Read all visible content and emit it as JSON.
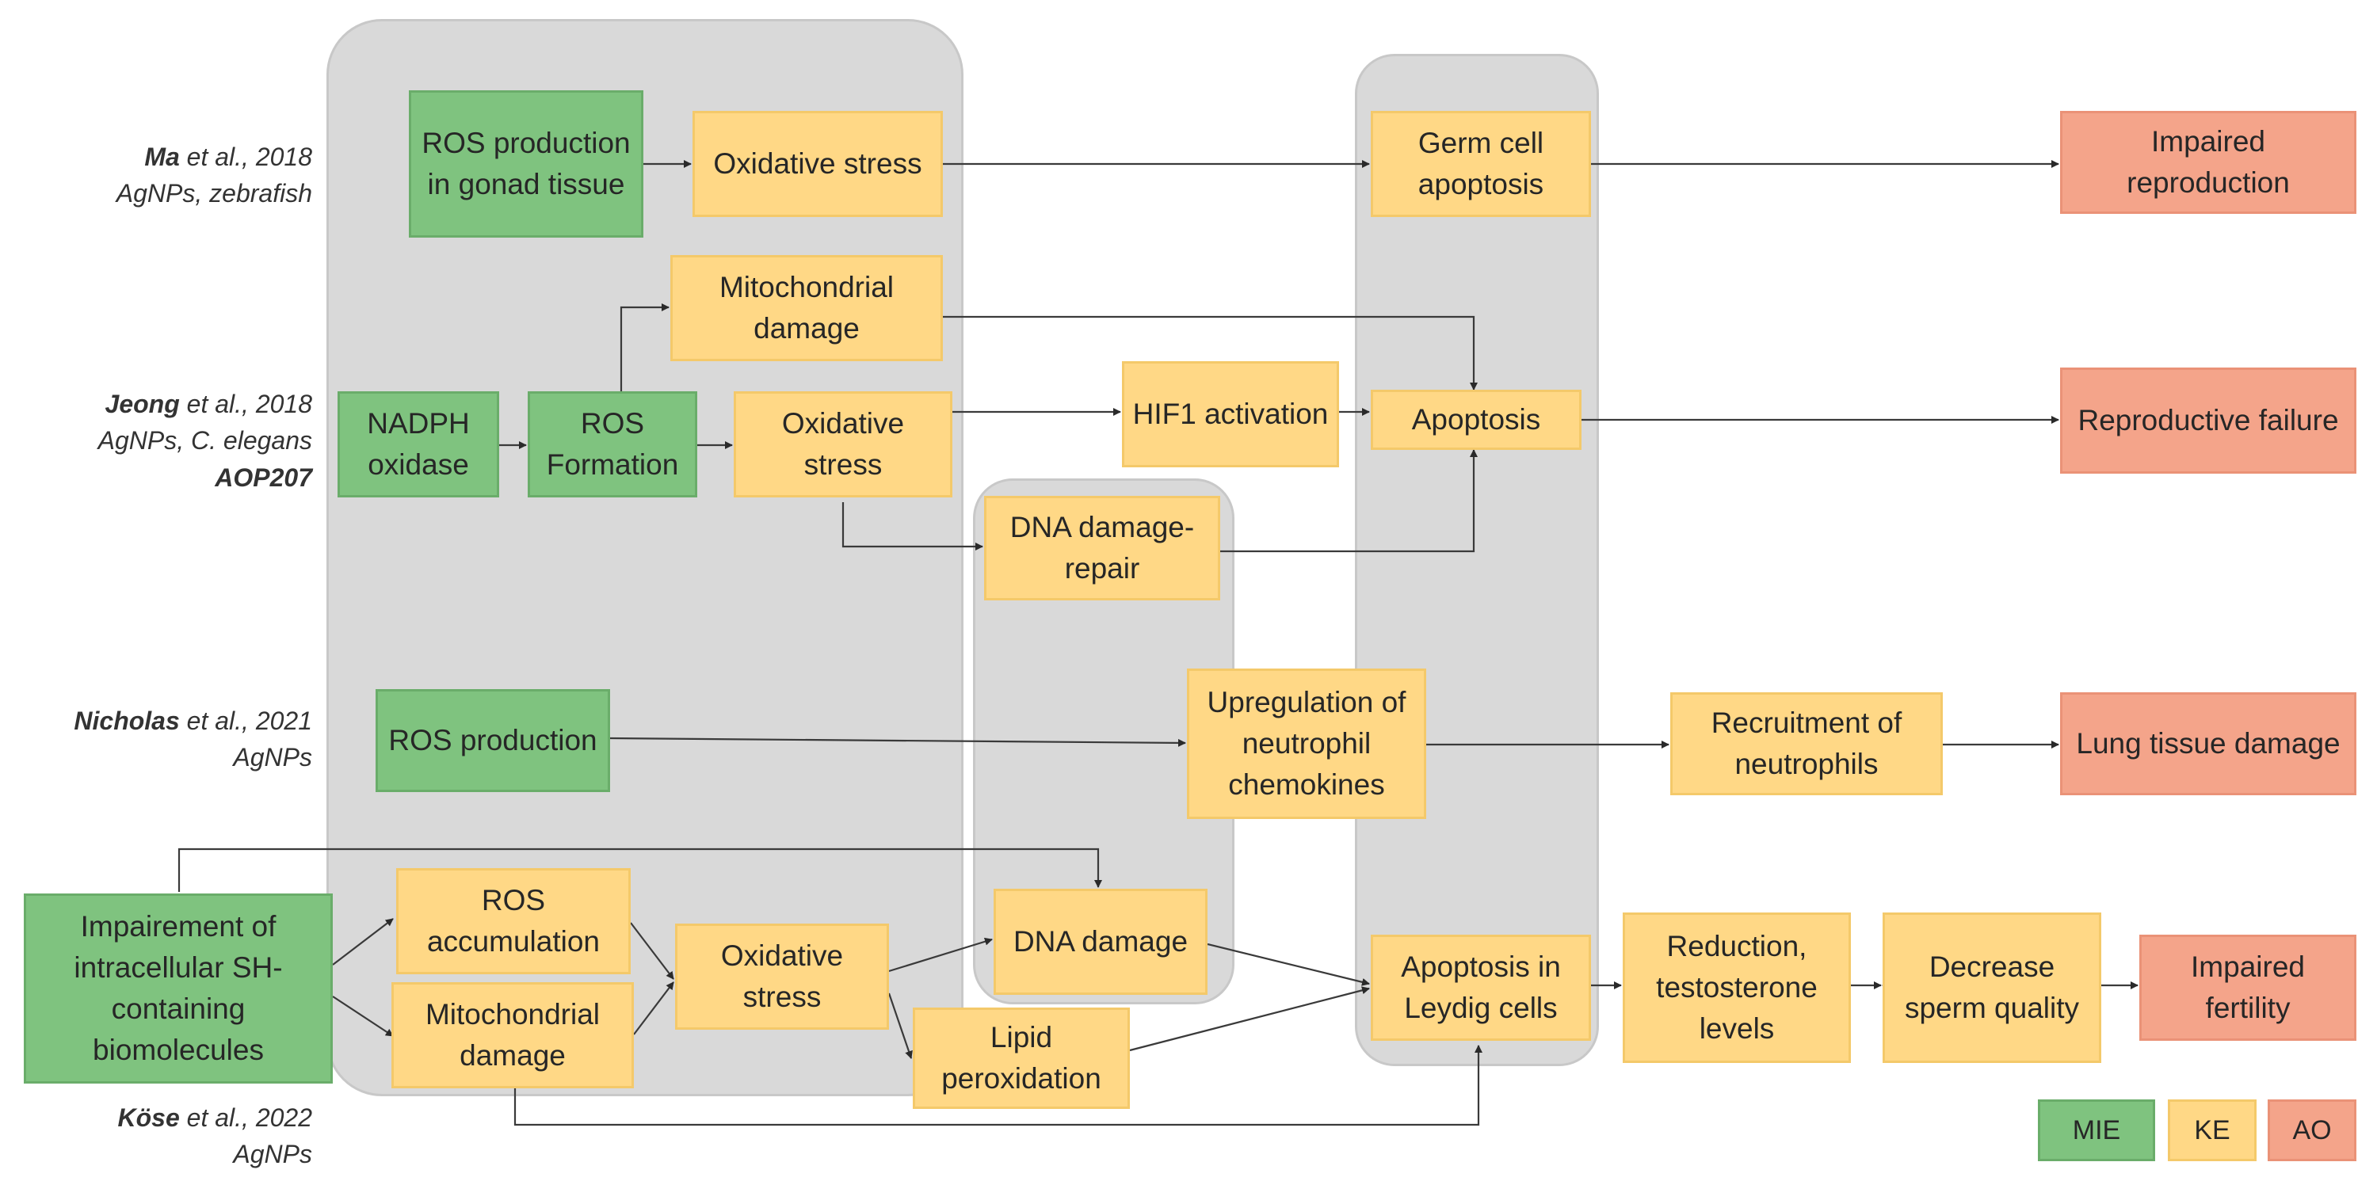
{
  "citations": {
    "ma": {
      "author": "Ma",
      "rest": " et al., 2018",
      "detail": "AgNPs, zebrafish"
    },
    "jeong": {
      "author": "Jeong",
      "rest": " et al., 2018",
      "detail": "AgNPs, C. elegans",
      "aop": "AOP207"
    },
    "nicholas": {
      "author": "Nicholas",
      "rest": " et al., 2021",
      "detail": "AgNPs"
    },
    "kose": {
      "author": "Köse",
      "rest": " et al., 2022",
      "detail": "AgNPs"
    }
  },
  "nodes": {
    "ros_gonad": "ROS production in gonad tissue",
    "ox_stress_1": "Oxidative stress",
    "germ_apoptosis": "Germ cell apoptosis",
    "impaired_reproduction": "Impaired reproduction",
    "mito_damage_1": "Mitochondrial damage",
    "nadph": "NADPH oxidase",
    "ros_formation": "ROS Formation",
    "ox_stress_2": "Oxidative stress",
    "hif1": "HIF1 activation",
    "apoptosis": "Apoptosis",
    "reproductive_failure": "Reproductive failure",
    "dna_repair": "DNA damage-repair",
    "ros_production": "ROS production",
    "upregulation": "Upregulation of neutrophil chemokines",
    "recruitment": "Recruitment of neutrophils",
    "lung_damage": "Lung tissue damage",
    "impairment_sh": "Impairement of intracellular SH-containing biomolecules",
    "ros_accum": "ROS accumulation",
    "mito_damage_2": "Mitochondrial damage",
    "ox_stress_3": "Oxidative stress",
    "dna_damage": "DNA damage",
    "lipid_perox": "Lipid peroxidation",
    "apoptosis_leydig": "Apoptosis in Leydig cells",
    "reduction_testo": "Reduction, testosterone levels",
    "sperm_quality": "Decrease sperm quality",
    "impaired_fertility": "Impaired fertility"
  },
  "legend": {
    "mie": "MIE",
    "ke": "KE",
    "ao": "AO"
  },
  "colors": {
    "mie": "#7fc37f",
    "ke": "#ffd886",
    "ao": "#f4a48a",
    "group": "#d9d9d9"
  }
}
